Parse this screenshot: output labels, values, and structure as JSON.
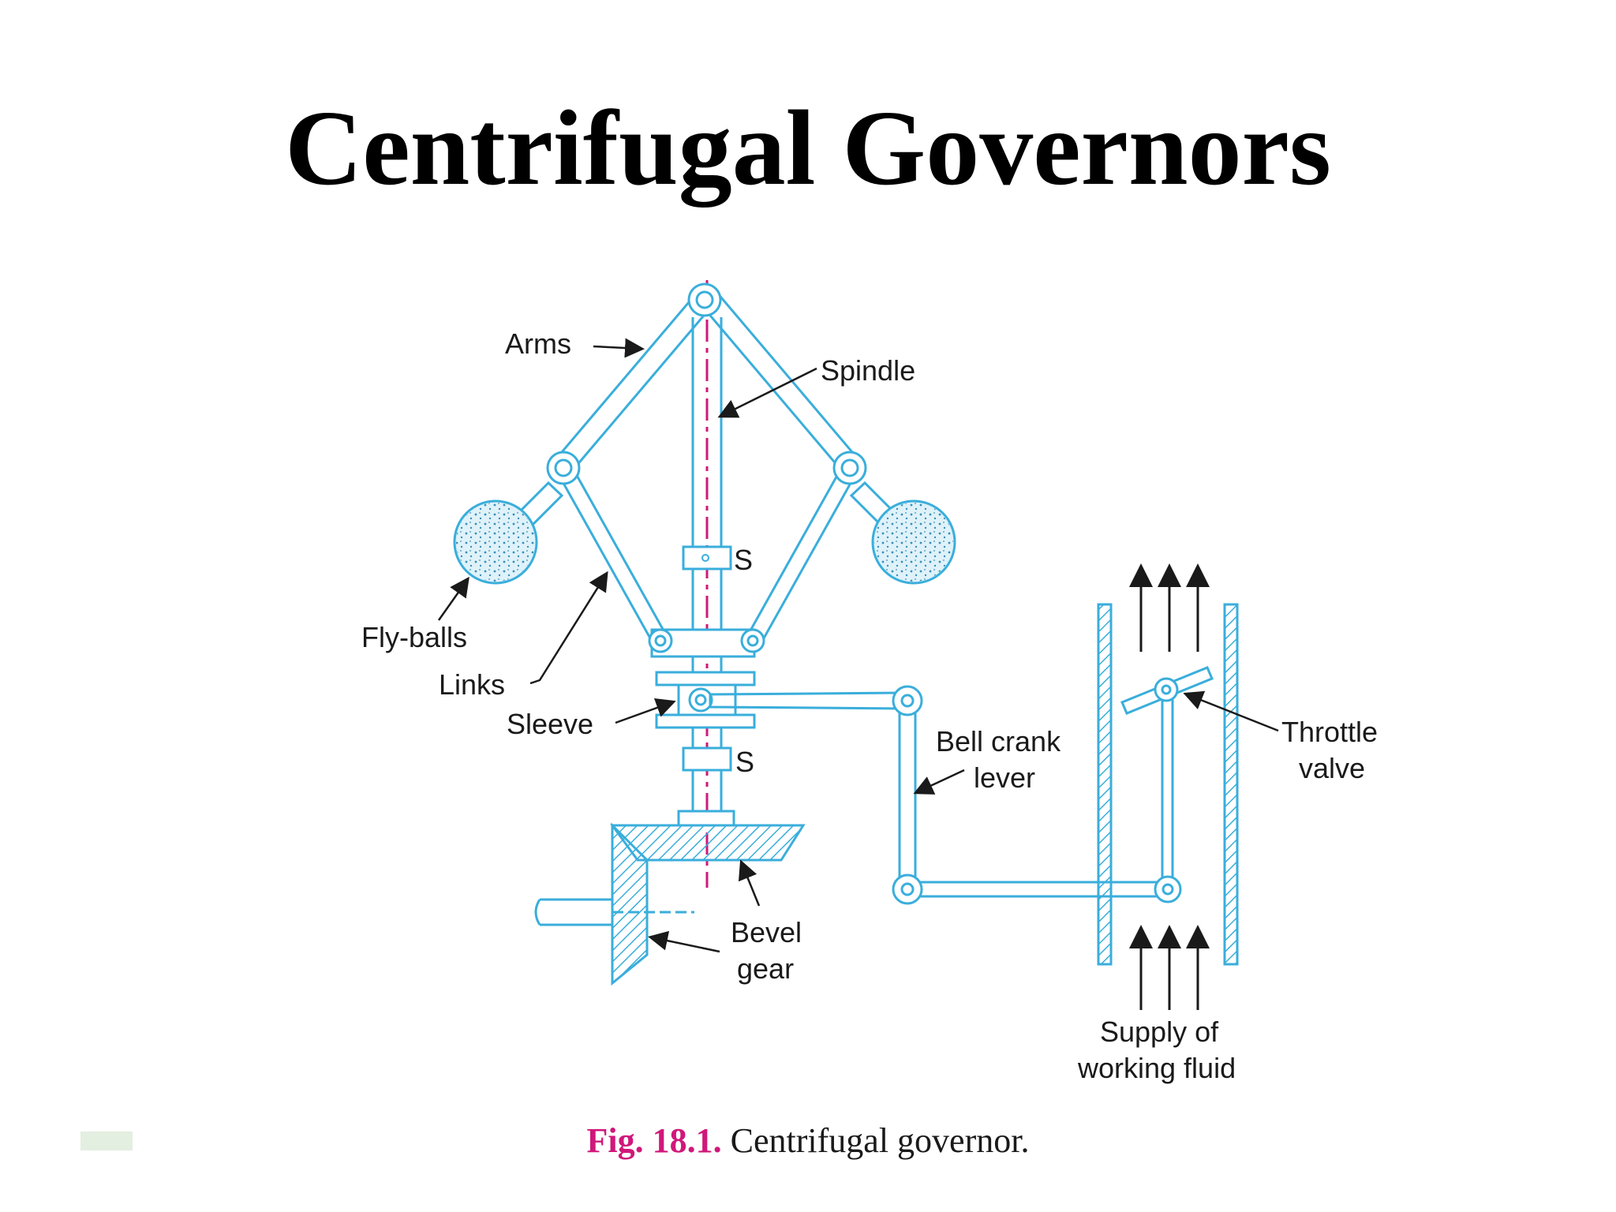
{
  "slide": {
    "title": "Centrifugal Governors"
  },
  "diagram": {
    "labels": {
      "arms": "Arms",
      "spindle": "Spindle",
      "s_upper": "S",
      "s_lower": "S",
      "fly_balls": "Fly-balls",
      "links": "Links",
      "sleeve": "Sleeve",
      "bell_crank_line1": "Bell crank",
      "bell_crank_line2": "lever",
      "throttle_line1": "Throttle",
      "throttle_line2": "valve",
      "bevel_line1": "Bevel",
      "bevel_line2": "gear",
      "supply_line1": "Supply of",
      "supply_line2": "working fluid"
    },
    "colors": {
      "line": "#3aaedb",
      "axis": "#d0187a",
      "ball_fill": "#dff2fa",
      "ball_dots": "#3a8fb8",
      "arrow": "#1a1a1a"
    }
  },
  "caption": {
    "fig_number": "Fig. 18.1.",
    "text": "Centrifugal governor."
  }
}
